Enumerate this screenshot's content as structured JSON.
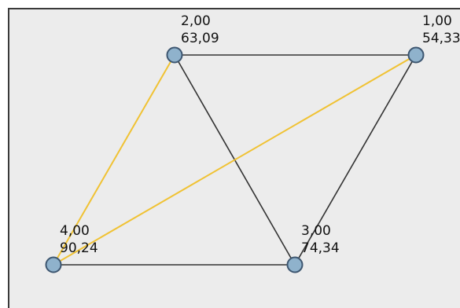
{
  "colors": {
    "background": "#ececec",
    "frame": "#3a3a3a",
    "edge_dark": "#333333",
    "edge_highlight": "#f0c233",
    "node_fill": "#8fb2cc",
    "node_stroke": "#3d5670"
  },
  "nodes": [
    {
      "id": "n1",
      "line1": "1,00",
      "line2": "54,33"
    },
    {
      "id": "n2",
      "line1": "2,00",
      "line2": "63,09"
    },
    {
      "id": "n3",
      "line1": "3,00",
      "line2": "74,34"
    },
    {
      "id": "n4",
      "line1": "4,00",
      "line2": "90,24"
    }
  ],
  "edges": [
    {
      "from": "n2",
      "to": "n1",
      "style": "dark"
    },
    {
      "from": "n2",
      "to": "n3",
      "style": "dark"
    },
    {
      "from": "n1",
      "to": "n3",
      "style": "dark"
    },
    {
      "from": "n4",
      "to": "n3",
      "style": "dark"
    },
    {
      "from": "n2",
      "to": "n4",
      "style": "highlight"
    },
    {
      "from": "n1",
      "to": "n4",
      "style": "highlight"
    }
  ]
}
